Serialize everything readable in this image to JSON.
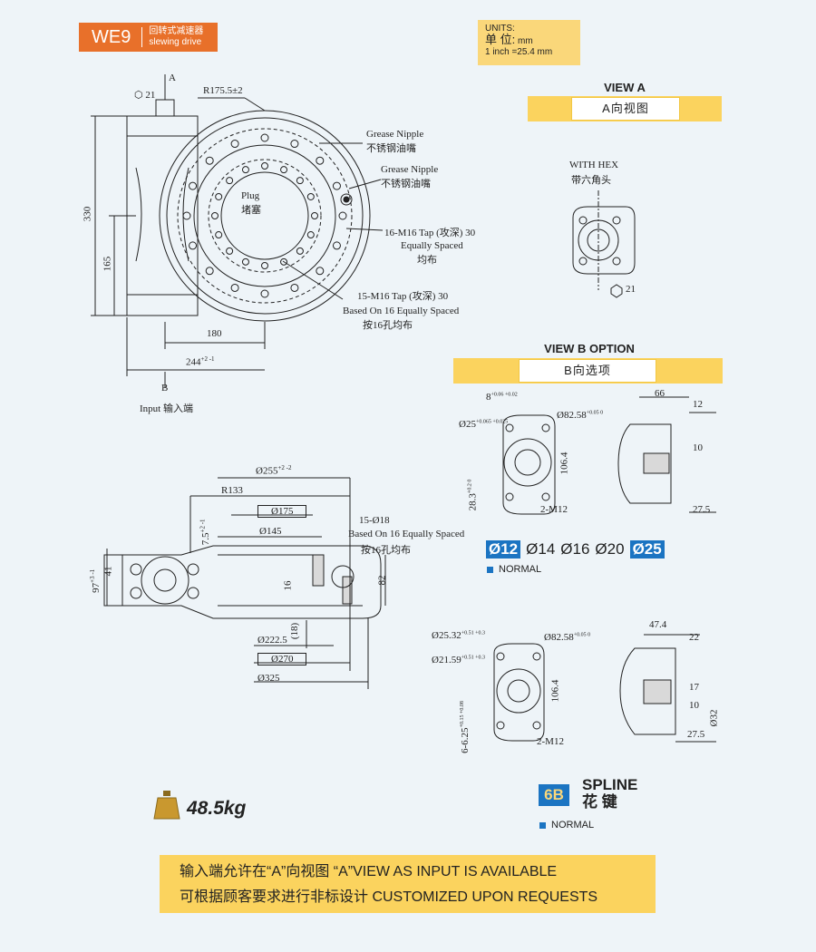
{
  "header": {
    "model_code": "WE9",
    "name_cn": "回转式减速器",
    "name_en": "slewing drive"
  },
  "units": {
    "label_en": "UNITS:",
    "label_cn": "单 位:",
    "unit": "mm",
    "conversion": "1 inch =25.4 mm"
  },
  "main_view": {
    "hex": "21",
    "arrow_a": "A",
    "arrow_b": "B",
    "radius": "R175.5±2",
    "grease_nipple_1_en": "Grease Nipple",
    "grease_nipple_1_cn": "不锈钢油嘴",
    "grease_nipple_2_en": "Grease Nipple",
    "grease_nipple_2_cn": "不锈钢油嘴",
    "plug_en": "Plug",
    "plug_cn": "堵塞",
    "tap16_line1": "16-M16 Tap (攻深) 30",
    "tap16_line2": "Equally Spaced",
    "tap16_line3": "均布",
    "tap15_line1": "15-M16 Tap (攻深) 30",
    "tap15_line2": "Based On 16 Equally Spaced",
    "tap15_line3": "按16孔均布",
    "dim_330": "330",
    "dim_165": "165",
    "dim_180": "180",
    "dim_244": "244",
    "dim_244_tol": "+2 -1",
    "input_label": "Input  输入端"
  },
  "section_view": {
    "dia_255": "Ø255",
    "dia_255_tol": "+2 -2",
    "r133": "R133",
    "dia_175": "Ø175",
    "dim_75": "7.5",
    "dim_75_tol": "+2 -1",
    "dia_145": "Ø145",
    "holes_line1": "15-Ø18",
    "holes_line2": "Based On 16 Equally Spaced",
    "holes_line3": "按16孔均布",
    "dim_41": "41",
    "dim_97": "97",
    "dim_97_tol": "+3 -1",
    "dim_16": "16",
    "dim_82": "82",
    "dim_18": "(18)",
    "dia_2225": "Ø222.5",
    "dia_270": "Ø270",
    "dia_325": "Ø325"
  },
  "view_a": {
    "title": "VIEW A",
    "title_cn": "A向视图",
    "hex_en": "WITH HEX",
    "hex_cn": "带六角头",
    "hex_size": "21"
  },
  "view_b": {
    "title": "VIEW B OPTION",
    "title_cn": "B向选项",
    "key_width": "8",
    "key_tol": "+0.06 +0.02",
    "bore": "Ø25",
    "bore_tol": "+0.065 +0.025",
    "pilot": "Ø82.58",
    "pilot_tol": "+0.05 0",
    "keyway": "28.3",
    "keyway_tol": "+0.2 0",
    "bolt_dist": "106.4",
    "bolts": "2-M12",
    "dim_66": "66",
    "dim_12": "12",
    "dim_10": "10",
    "dim_275": "27.5"
  },
  "sizes": {
    "items": [
      "Ø12",
      "Ø14",
      "Ø16",
      "Ø20",
      "Ø25"
    ],
    "highlighted": [
      "Ø12",
      "Ø25"
    ],
    "normal_label": "NORMAL"
  },
  "spline": {
    "major": "Ø25.32",
    "major_tol": "+0.51 +0.3",
    "minor": "Ø21.59",
    "minor_tol": "+0.51 +0.3",
    "pilot": "Ø82.58",
    "pilot_tol": "+0.05 0",
    "spline_spec": "6-6.25",
    "spline_tol": "+0.15 +0.08",
    "bolt_dist": "106.4",
    "bolts": "2-M12",
    "dim_474": "47.4",
    "dim_22": "22",
    "dim_17": "17",
    "dim_10": "10",
    "dim_275": "27.5",
    "dia_32": "Ø32",
    "badge": "6B",
    "title_en": "SPLINE",
    "title_cn": "花 键",
    "normal_label": "NORMAL"
  },
  "weight": {
    "value": "48.5kg"
  },
  "note": {
    "line1": "输入端允许在“A”向视图 “A”VIEW AS INPUT IS AVAILABLE",
    "line2": "可根据顾客要求进行非标设计 CUSTOMIZED UPON REQUESTS"
  },
  "colors": {
    "accent_orange": "#e8702a",
    "accent_yellow": "#fbd35e",
    "accent_blue": "#1b74c2",
    "background": "#eef4f8"
  }
}
